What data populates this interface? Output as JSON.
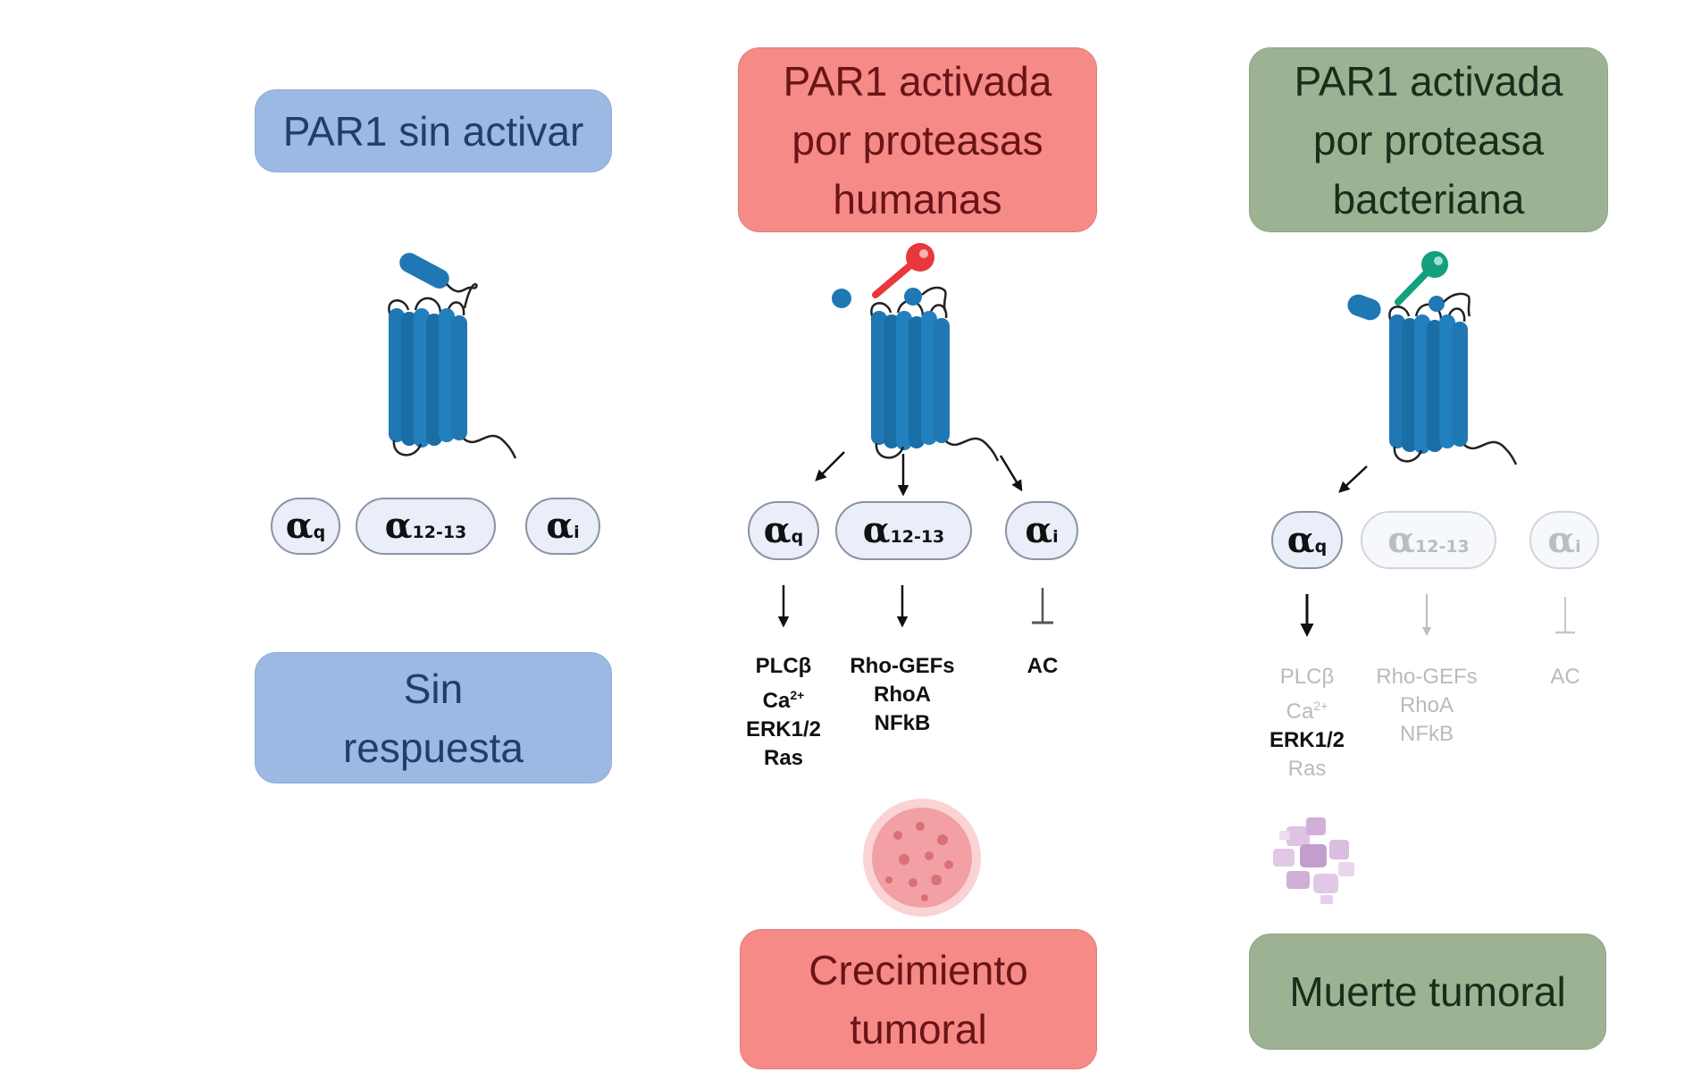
{
  "columns": [
    {
      "id": "unactivated",
      "header": [
        "PAR1 sin activar"
      ],
      "theme": "blue",
      "receptor": {
        "ligand": "tethered-ligand-attached",
        "protease_key": null
      },
      "g_proteins": [
        {
          "symbol": "α",
          "subscript": "q",
          "active": true
        },
        {
          "symbol": "α",
          "subscript": "12-13",
          "active": true
        },
        {
          "symbol": "α",
          "subscript": "i",
          "active": true
        }
      ],
      "arrows": [],
      "effects": [],
      "cell": null,
      "outcome": [
        "Sin",
        "respuesta"
      ]
    },
    {
      "id": "human-protease",
      "header": [
        "PAR1 activada",
        "por proteasas",
        "humanas"
      ],
      "theme": "red",
      "receptor": {
        "ligand": "tethered-ligand-cleaved",
        "protease_key": "red-key"
      },
      "g_proteins": [
        {
          "symbol": "α",
          "subscript": "q",
          "active": true
        },
        {
          "symbol": "α",
          "subscript": "12-13",
          "active": true
        },
        {
          "symbol": "α",
          "subscript": "i",
          "active": true
        }
      ],
      "arrows": [
        {
          "target": "αq",
          "type": "activate"
        },
        {
          "target": "α12-13",
          "type": "activate"
        },
        {
          "target": "αi",
          "type": "activate"
        }
      ],
      "effects": [
        {
          "type": "activate",
          "active": true,
          "lines": [
            {
              "text": "PLCβ",
              "active": true
            },
            {
              "text": "Ca",
              "sup": "2+",
              "active": true
            },
            {
              "text": "ERK1/2",
              "active": true
            },
            {
              "text": "Ras",
              "active": true
            }
          ]
        },
        {
          "type": "activate",
          "active": true,
          "lines": [
            {
              "text": "Rho-GEFs",
              "active": true
            },
            {
              "text": "RhoA",
              "active": true
            },
            {
              "text": "NFkB",
              "active": true
            }
          ]
        },
        {
          "type": "inhibit",
          "active": true,
          "lines": [
            {
              "text": "AC",
              "active": true
            }
          ]
        }
      ],
      "cell": "proliferating-tumor-cell",
      "outcome": [
        "Crecimiento",
        "tumoral"
      ]
    },
    {
      "id": "bacterial-protease",
      "header": [
        "PAR1 activada",
        "por proteasa",
        "bacteriana"
      ],
      "theme": "green",
      "receptor": {
        "ligand": "tethered-ligand-cleaved",
        "protease_key": "green-key"
      },
      "g_proteins": [
        {
          "symbol": "α",
          "subscript": "q",
          "active": true
        },
        {
          "symbol": "α",
          "subscript": "12-13",
          "active": false
        },
        {
          "symbol": "α",
          "subscript": "i",
          "active": false
        }
      ],
      "arrows": [
        {
          "target": "αq",
          "type": "activate"
        }
      ],
      "effects": [
        {
          "type": "activate",
          "active": true,
          "lines": [
            {
              "text": "PLCβ",
              "active": false
            },
            {
              "text": "Ca",
              "sup": "2+",
              "active": false
            },
            {
              "text": "ERK1/2",
              "active": true
            },
            {
              "text": "Ras",
              "active": false
            }
          ]
        },
        {
          "type": "activate",
          "active": false,
          "lines": [
            {
              "text": "Rho-GEFs",
              "active": false
            },
            {
              "text": "RhoA",
              "active": false
            },
            {
              "text": "NFkB",
              "active": false
            }
          ]
        },
        {
          "type": "inhibit",
          "active": false,
          "lines": [
            {
              "text": "AC",
              "active": false
            }
          ]
        }
      ],
      "cell": "dying-tumor-cell",
      "outcome": [
        "Muerte tumoral"
      ]
    }
  ],
  "colors": {
    "blue_box": "#9bb9e3",
    "red_box": "#f58a86",
    "green_box": "#9db293",
    "receptor": "#1f78b4",
    "human_protease_key": "#e8383d",
    "bacterial_protease_key": "#12a07e",
    "tumor_cell": "#f2a0a4",
    "dead_cell": "#c9a3d2"
  }
}
